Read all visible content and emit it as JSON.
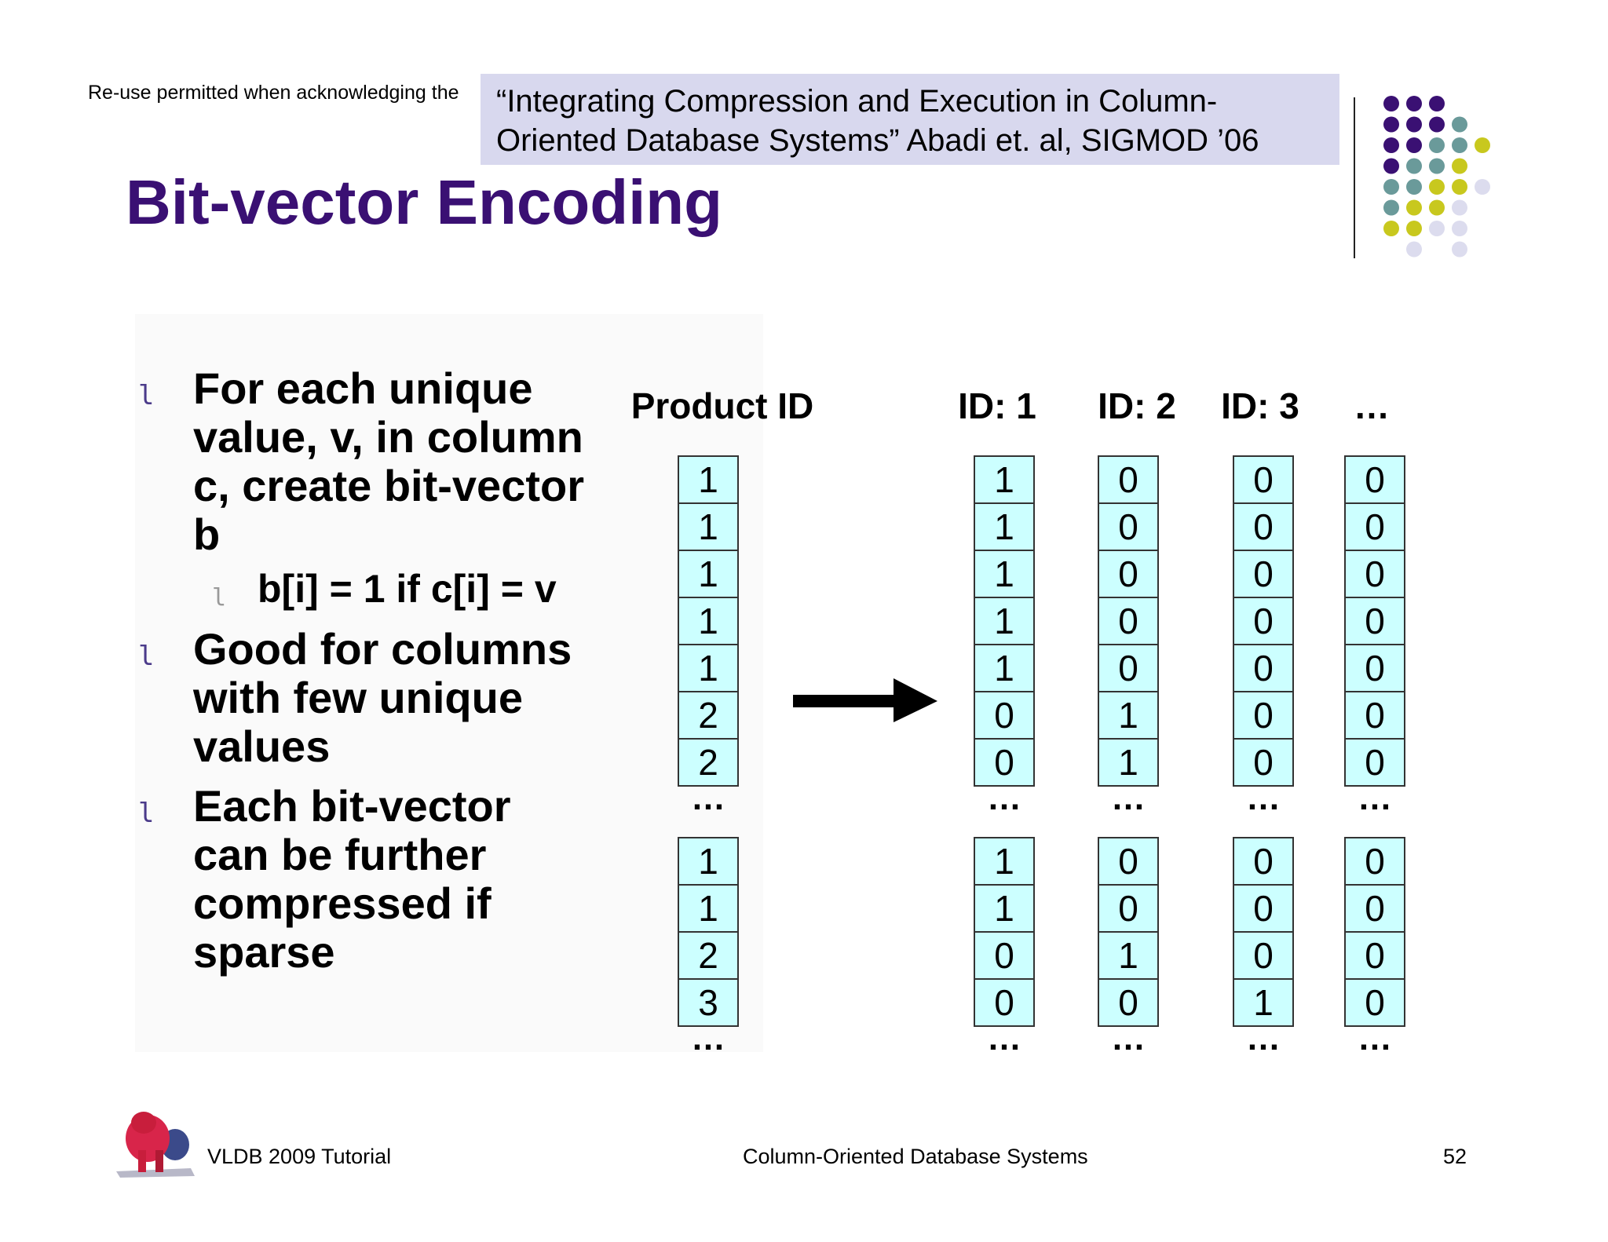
{
  "header": {
    "reuse_note": "Re-use permitted when acknowledging the",
    "citation_line1": "“Integrating Compression and Execution in Column-",
    "citation_line2": "Oriented Database Systems” Abadi et. al,  SIGMOD ’06"
  },
  "title": "Bit-vector Encoding",
  "bullets": {
    "marker": "l",
    "b1_lines": [
      "For each unique",
      "value, v, in column",
      "c, create bit-vector",
      "b"
    ],
    "sub1": "b[i] = 1 if c[i] = v",
    "b2_lines": [
      "Good for columns",
      "with few unique",
      "values"
    ],
    "b3_lines": [
      "Each bit-vector",
      "can be further",
      "compressed if",
      "sparse"
    ]
  },
  "table": {
    "ellipsis": "…",
    "columns": [
      {
        "header": "Product ID",
        "top": [
          "1",
          "1",
          "1",
          "1",
          "1",
          "2",
          "2"
        ],
        "bottom": [
          "1",
          "1",
          "2",
          "3"
        ]
      },
      {
        "header": "ID: 1",
        "top": [
          "1",
          "1",
          "1",
          "1",
          "1",
          "0",
          "0"
        ],
        "bottom": [
          "1",
          "1",
          "0",
          "0"
        ]
      },
      {
        "header": "ID: 2",
        "top": [
          "0",
          "0",
          "0",
          "0",
          "0",
          "1",
          "1"
        ],
        "bottom": [
          "0",
          "0",
          "1",
          "0"
        ]
      },
      {
        "header": "ID: 3",
        "top": [
          "0",
          "0",
          "0",
          "0",
          "0",
          "0",
          "0"
        ],
        "bottom": [
          "0",
          "0",
          "0",
          "1"
        ]
      },
      {
        "header": "…",
        "top": [
          "0",
          "0",
          "0",
          "0",
          "0",
          "0",
          "0"
        ],
        "bottom": [
          "0",
          "0",
          "0",
          "0"
        ]
      }
    ]
  },
  "footer": {
    "left": "VLDB 2009 Tutorial",
    "center": "Column-Oriented Database Systems",
    "page": "52"
  },
  "colors": {
    "title": "#3a1073",
    "citation_bg": "#d8d8ee",
    "cell_bg": "#ccffff",
    "dot_purple": "#3a1073",
    "dot_teal": "#6a9a9a",
    "dot_yellow": "#c8c81e",
    "dot_lavender": "#dcdcee"
  }
}
